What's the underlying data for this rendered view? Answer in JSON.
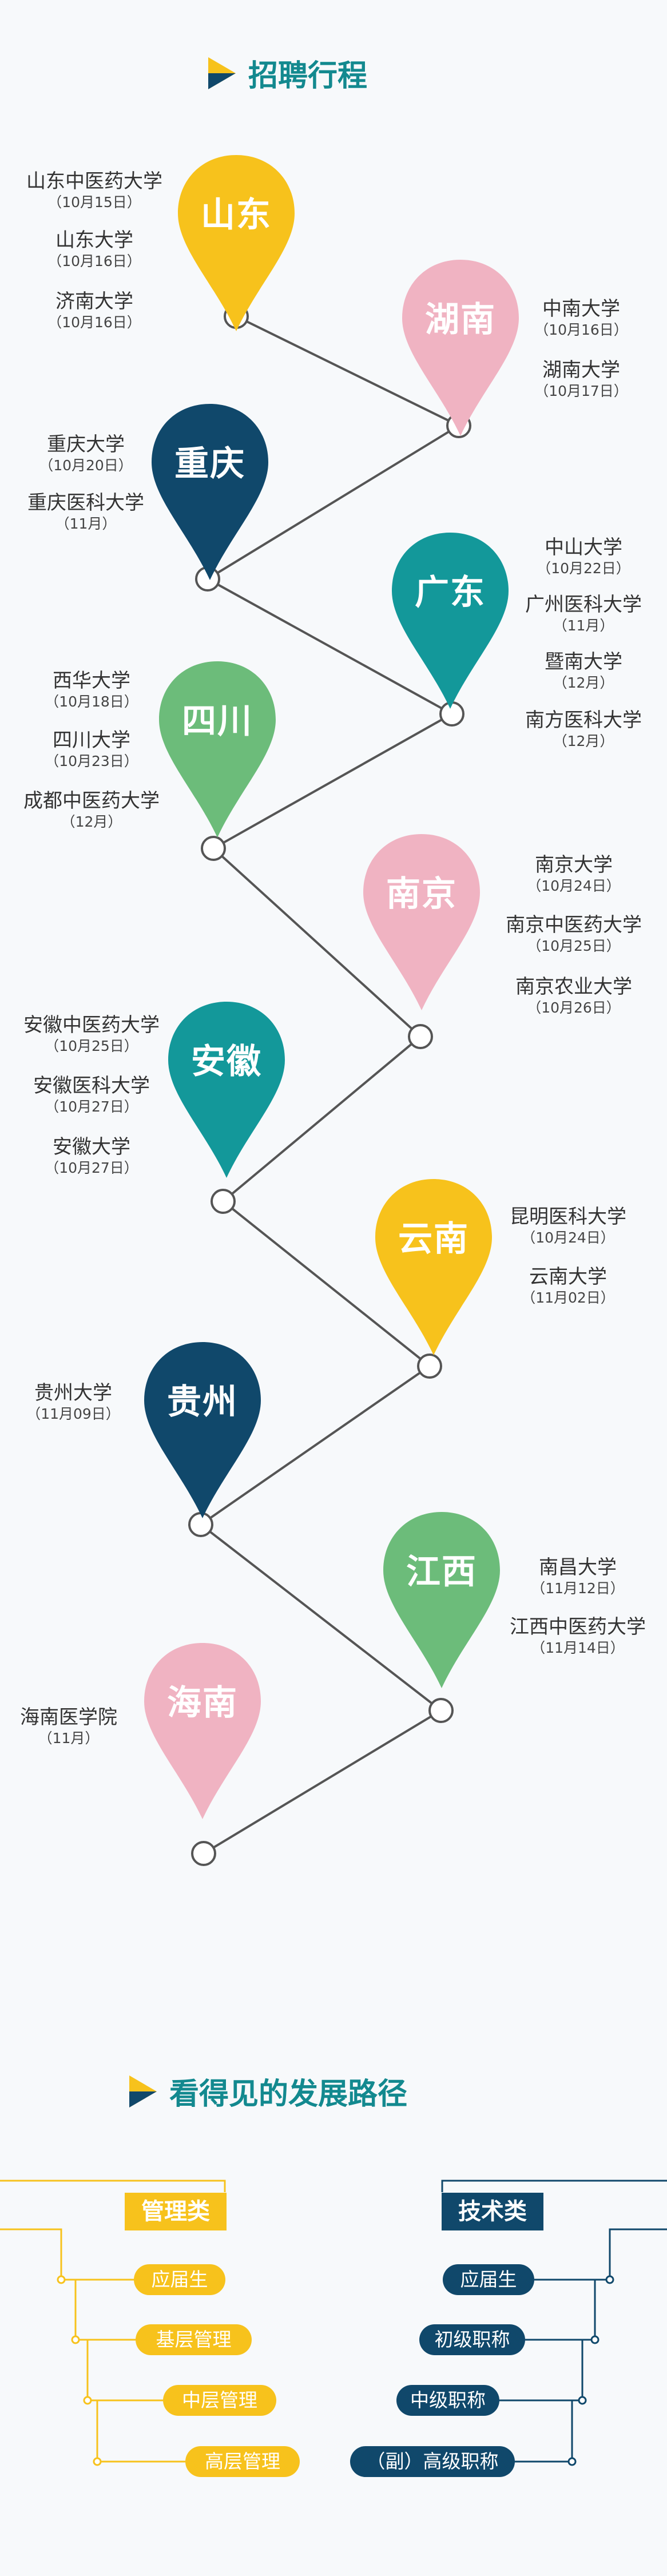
{
  "section1": {
    "title": "招聘行程"
  },
  "section2": {
    "title": "看得见的发展路径"
  },
  "colors": {
    "teal": "#13898f",
    "yellow": "#f7c21c",
    "pink": "#f0b3c2",
    "navy": "#10486b",
    "green": "#6cbc7a",
    "line": "#555555"
  },
  "regions": [
    {
      "name": "山东",
      "color": "#f7c21c",
      "universities": [
        {
          "name": "山东中医药大学",
          "date": "（10月15日）"
        },
        {
          "name": "山东大学",
          "date": "（10月16日）"
        },
        {
          "name": "济南大学",
          "date": "（10月16日）"
        }
      ]
    },
    {
      "name": "湖南",
      "color": "#f0b3c2",
      "universities": [
        {
          "name": "中南大学",
          "date": "（10月16日）"
        },
        {
          "name": "湖南大学",
          "date": "（10月17日）"
        }
      ]
    },
    {
      "name": "重庆",
      "color": "#10486b",
      "universities": [
        {
          "name": "重庆大学",
          "date": "（10月20日）"
        },
        {
          "name": "重庆医科大学",
          "date": "（11月）"
        }
      ]
    },
    {
      "name": "广东",
      "color": "#13989a",
      "universities": [
        {
          "name": "中山大学",
          "date": "（10月22日）"
        },
        {
          "name": "广州医科大学",
          "date": "（11月）"
        },
        {
          "name": "暨南大学",
          "date": "（12月）"
        },
        {
          "name": "南方医科大学",
          "date": "（12月）"
        }
      ]
    },
    {
      "name": "四川",
      "color": "#6cbc7a",
      "universities": [
        {
          "name": "西华大学",
          "date": "（10月18日）"
        },
        {
          "name": "四川大学",
          "date": "（10月23日）"
        },
        {
          "name": "成都中医药大学",
          "date": "（12月）"
        }
      ]
    },
    {
      "name": "南京",
      "color": "#f0b3c2",
      "universities": [
        {
          "name": "南京大学",
          "date": "（10月24日）"
        },
        {
          "name": "南京中医药大学",
          "date": "（10月25日）"
        },
        {
          "name": "南京农业大学",
          "date": "（10月26日）"
        }
      ]
    },
    {
      "name": "安徽",
      "color": "#13989a",
      "universities": [
        {
          "name": "安徽中医药大学",
          "date": "（10月25日）"
        },
        {
          "name": "安徽医科大学",
          "date": "（10月27日）"
        },
        {
          "name": "安徽大学",
          "date": "（10月27日）"
        }
      ]
    },
    {
      "name": "云南",
      "color": "#f7c21c",
      "universities": [
        {
          "name": "昆明医科大学",
          "date": "（10月24日）"
        },
        {
          "name": "云南大学",
          "date": "（11月02日）"
        }
      ]
    },
    {
      "name": "贵州",
      "color": "#10486b",
      "universities": [
        {
          "name": "贵州大学",
          "date": "（11月09日）"
        }
      ]
    },
    {
      "name": "江西",
      "color": "#6cbc7a",
      "universities": [
        {
          "name": "南昌大学",
          "date": "（11月12日）"
        },
        {
          "name": "江西中医药大学",
          "date": "（11月14日）"
        }
      ]
    },
    {
      "name": "海南",
      "color": "#f0b3c2",
      "universities": [
        {
          "name": "海南医学院",
          "date": "（11月）"
        }
      ]
    }
  ],
  "career": {
    "management": {
      "title": "管理类",
      "stages": [
        "应届生",
        "基层管理",
        "中层管理",
        "高层管理"
      ]
    },
    "technical": {
      "title": "技术类",
      "stages": [
        "应届生",
        "初级职称",
        "中级职称",
        "（副）高级职称"
      ]
    }
  }
}
